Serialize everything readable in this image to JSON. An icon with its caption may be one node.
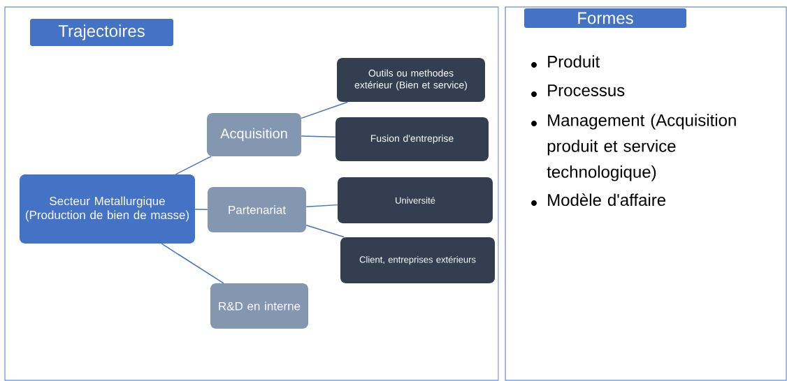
{
  "diagram": {
    "nodes": [
      {
        "text": [
          "Trajectoires"
        ]
      },
      {
        "text": [
          "Secteur Metallurgique (Production de bien de masse)"
        ]
      },
      {
        "text": [
          "Acquisition"
        ]
      },
      {
        "text": [
          "Partenariat"
        ]
      },
      {
        "text": [
          "R&D en interne"
        ]
      },
      {
        "text": [
          "Outils ou methodes extérieur (Bien et service)"
        ]
      },
      {
        "text": [
          "Fusion d'entreprise"
        ]
      },
      {
        "text": [
          "Université"
        ]
      },
      {
        "text": [
          "Client, entreprises extérieurs"
        ]
      },
      {
        "text": [
          "Formes"
        ]
      }
    ],
    "edges": [
      {
        "from": 1,
        "to": 2,
        "arrow": "none"
      },
      {
        "from": 1,
        "to": 3,
        "arrow": "none"
      },
      {
        "from": 1,
        "to": 4,
        "arrow": "none"
      },
      {
        "from": 2,
        "to": 5,
        "arrow": "none"
      },
      {
        "from": 2,
        "to": 6,
        "arrow": "none"
      },
      {
        "from": 3,
        "to": 7,
        "arrow": "none"
      },
      {
        "from": 3,
        "to": 8,
        "arrow": "none"
      }
    ],
    "labels": [
      "Produit",
      "Processus",
      "Management (Acquisition produit et service technologique)",
      "Modèle d'affaire"
    ]
  }
}
